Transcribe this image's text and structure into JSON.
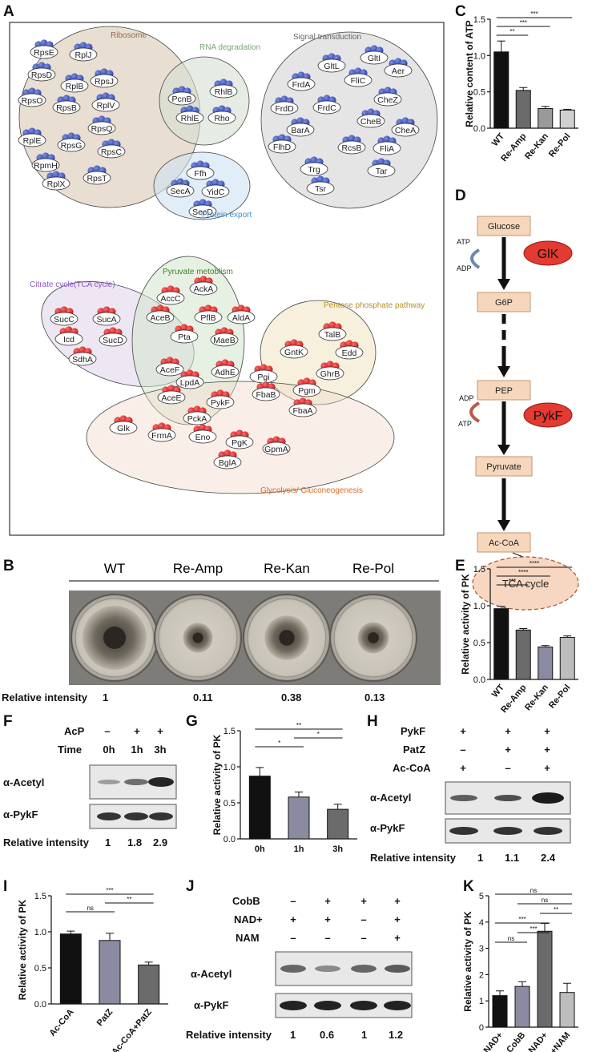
{
  "panel_letters": [
    "A",
    "B",
    "C",
    "D",
    "E",
    "F",
    "G",
    "H",
    "I",
    "J",
    "K"
  ],
  "panel_a": {
    "categories": [
      {
        "name": "Ribosome",
        "color": "#9a6a4a",
        "bg": "#d8c8b4",
        "proteins": [
          "RpsE",
          "RplJ",
          "RpsD",
          "RpsJ",
          "RplB",
          "RpsO",
          "RplV",
          "RpsB",
          "RpsQ",
          "RplE",
          "RpsG",
          "RpsC",
          "RpmH",
          "RplX",
          "RpsT"
        ]
      },
      {
        "name": "RNA degradation",
        "color": "#7aa67a",
        "bg": "#d5dfd2",
        "proteins": [
          "RhlB",
          "PcnB",
          "RhlE",
          "Rho"
        ]
      },
      {
        "name": "Signal transduction",
        "color": "#666666",
        "bg": "#d4d4d4",
        "proteins": [
          "GltI",
          "GltL",
          "Aer",
          "FliC",
          "FrdA",
          "CheZ",
          "FrdD",
          "FrdC",
          "CheB",
          "BarA",
          "CheA",
          "FlhD",
          "RcsB",
          "FliA",
          "Trg",
          "Tar",
          "Tsr"
        ]
      },
      {
        "name": "Protein export",
        "color": "#3c8fd2",
        "bg": "#cfe2f1",
        "proteins": [
          "Ffh",
          "SecA",
          "YidC",
          "SecD"
        ]
      },
      {
        "name": "Citrate cycle(TCA cycle)",
        "color": "#8a55c8",
        "bg": "#dcd0ea",
        "proteins": [
          "SucC",
          "SucA",
          "Icd",
          "SucD",
          "SdhA"
        ]
      },
      {
        "name": "Pyruvate metoblism",
        "color": "#3f7f2a",
        "bg": "#d4e6cc",
        "proteins": [
          "AckA",
          "AccC",
          "AceB",
          "PflB",
          "AldA",
          "Pta",
          "MaeB",
          "AceF",
          "AdhE",
          "LpdA",
          "AceE",
          "PykF",
          "PckA"
        ]
      },
      {
        "name": "Pentose phosphate pathway",
        "color": "#b89020",
        "bg": "#efe4c0",
        "proteins": [
          "TalB",
          "GntK",
          "Edd",
          "GhrB",
          "Pgi",
          "Pgm",
          "FbaB",
          "FbaA"
        ]
      },
      {
        "name": "Glycolysis/ Gluconeogenesis",
        "color": "#e06a20",
        "bg": "#f2dccb",
        "proteins": [
          "Glk",
          "FrmA",
          "Eno",
          "PgK",
          "GpmA",
          "BglA"
        ]
      }
    ]
  },
  "panel_b": {
    "labels": [
      "WT",
      "Re-Amp",
      "Re-Kan",
      "Re-Pol"
    ],
    "intensity_label": "Relative intensity",
    "intensities": [
      "1",
      "0.11",
      "0.38",
      "0.13"
    ],
    "halo": [
      1.0,
      0.11,
      0.38,
      0.13
    ]
  },
  "panel_d": {
    "nodes": [
      "Glucose",
      "G6P",
      "PEP",
      "Pyruvate",
      "Ac-CoA"
    ],
    "enzymes": [
      "GlK",
      "PykF"
    ],
    "cofactors": [
      "ATP",
      "ADP",
      "ADP",
      "ATP"
    ],
    "tca": "TCA cycle"
  },
  "panel_f": {
    "rows": [
      {
        "label": "AcP",
        "vals": [
          "–",
          "+",
          "+"
        ]
      },
      {
        "label": "Time",
        "vals": [
          "0h",
          "1h",
          "3h"
        ]
      }
    ],
    "blots": [
      "α-Acetyl",
      "α-PykF"
    ],
    "intensity_label": "Relative intensity",
    "intensities": [
      "1",
      "1.8",
      "2.9"
    ]
  },
  "panel_h": {
    "rows": [
      {
        "label": "PykF",
        "vals": [
          "+",
          "+",
          "+"
        ]
      },
      {
        "label": "PatZ",
        "vals": [
          "–",
          "+",
          "+"
        ]
      },
      {
        "label": "Ac-CoA",
        "vals": [
          "+",
          "–",
          "+"
        ]
      }
    ],
    "blots": [
      "α-Acetyl",
      "α-PykF"
    ],
    "intensity_label": "Relative intensity",
    "intensities": [
      "1",
      "1.1",
      "2.4"
    ]
  },
  "panel_j": {
    "rows": [
      {
        "label": "CobB",
        "vals": [
          "–",
          "+",
          "+",
          "+"
        ]
      },
      {
        "label": "NAD+",
        "vals": [
          "+",
          "+",
          "–",
          "+"
        ]
      },
      {
        "label": "NAM",
        "vals": [
          "–",
          "–",
          "–",
          "+"
        ]
      }
    ],
    "blots": [
      "α-Acetyl",
      "α-PykF"
    ],
    "intensity_label": "Relative intensity",
    "intensities": [
      "1",
      "0.6",
      "1",
      "1.2"
    ]
  },
  "chart_data": [
    {
      "panel": "C",
      "type": "bar",
      "categories": [
        "WT",
        "Re-Amp",
        "Re-Kan",
        "Re-Pol"
      ],
      "values": [
        1.05,
        0.52,
        0.27,
        0.25
      ],
      "errors": [
        0.15,
        0.04,
        0.03,
        0.01
      ],
      "ylabel": "Relative content of ATP",
      "ylim": [
        0,
        1.5
      ],
      "yticks": [
        "0.0",
        "0.5",
        "1.0",
        "1.5"
      ],
      "colors": [
        "#111111",
        "#6b6b6b",
        "#9a9a9a",
        "#cfcfcf"
      ],
      "sig": [
        "**",
        "***",
        "***"
      ]
    },
    {
      "panel": "E",
      "type": "bar",
      "categories": [
        "WT",
        "Re-Amp",
        "Re-Kan",
        "Re-Pol"
      ],
      "values": [
        0.96,
        0.67,
        0.44,
        0.57
      ],
      "errors": [
        0.03,
        0.02,
        0.02,
        0.02
      ],
      "ylabel": "Relative activity of PK",
      "ylim": [
        0,
        1.5
      ],
      "yticks": [
        "0.0",
        "0.5",
        "1.0",
        "1.5"
      ],
      "colors": [
        "#111111",
        "#6b6b6b",
        "#8a8aa0",
        "#bdbdbd"
      ],
      "sig": [
        "***",
        "****",
        "****"
      ]
    },
    {
      "panel": "G",
      "type": "bar",
      "categories": [
        "0h",
        "1h",
        "3h"
      ],
      "values": [
        0.87,
        0.58,
        0.41
      ],
      "errors": [
        0.12,
        0.07,
        0.07
      ],
      "ylabel": "Relative activity of PK",
      "ylim": [
        0,
        1.5
      ],
      "yticks": [
        "0.0",
        "0.5",
        "1.0",
        "1.5"
      ],
      "colors": [
        "#111111",
        "#8a8aa0",
        "#6b6b6b"
      ],
      "sig": [
        "*",
        "*",
        "**"
      ]
    },
    {
      "panel": "I",
      "type": "bar",
      "categories": [
        "Ac-CoA",
        "PatZ",
        "Ac-CoA+PatZ"
      ],
      "values": [
        0.97,
        0.88,
        0.54
      ],
      "errors": [
        0.04,
        0.1,
        0.04
      ],
      "ylabel": "Relative activity of PK",
      "ylim": [
        0,
        1.5
      ],
      "yticks": [
        "0.0",
        "0.5",
        "1.0",
        "1.5"
      ],
      "colors": [
        "#111111",
        "#8a8aa0",
        "#6b6b6b"
      ],
      "sig": [
        "ns",
        "**",
        "***"
      ]
    },
    {
      "panel": "K",
      "type": "bar",
      "categories": [
        "NAD+",
        "CobB",
        "CobB+NAD+",
        "CobB+NAD+NAM"
      ],
      "values": [
        1.2,
        1.55,
        3.65,
        1.32
      ],
      "errors": [
        0.18,
        0.18,
        0.3,
        0.35
      ],
      "ylabel": "Relative activity of PK",
      "ylim": [
        0,
        5
      ],
      "yticks": [
        "0",
        "1",
        "2",
        "3",
        "4",
        "5"
      ],
      "colors": [
        "#111111",
        "#8a8aa0",
        "#6b6b6b",
        "#bdbdbd"
      ],
      "sig": [
        "ns",
        "***",
        "***",
        "**",
        "ns",
        "ns"
      ]
    }
  ]
}
